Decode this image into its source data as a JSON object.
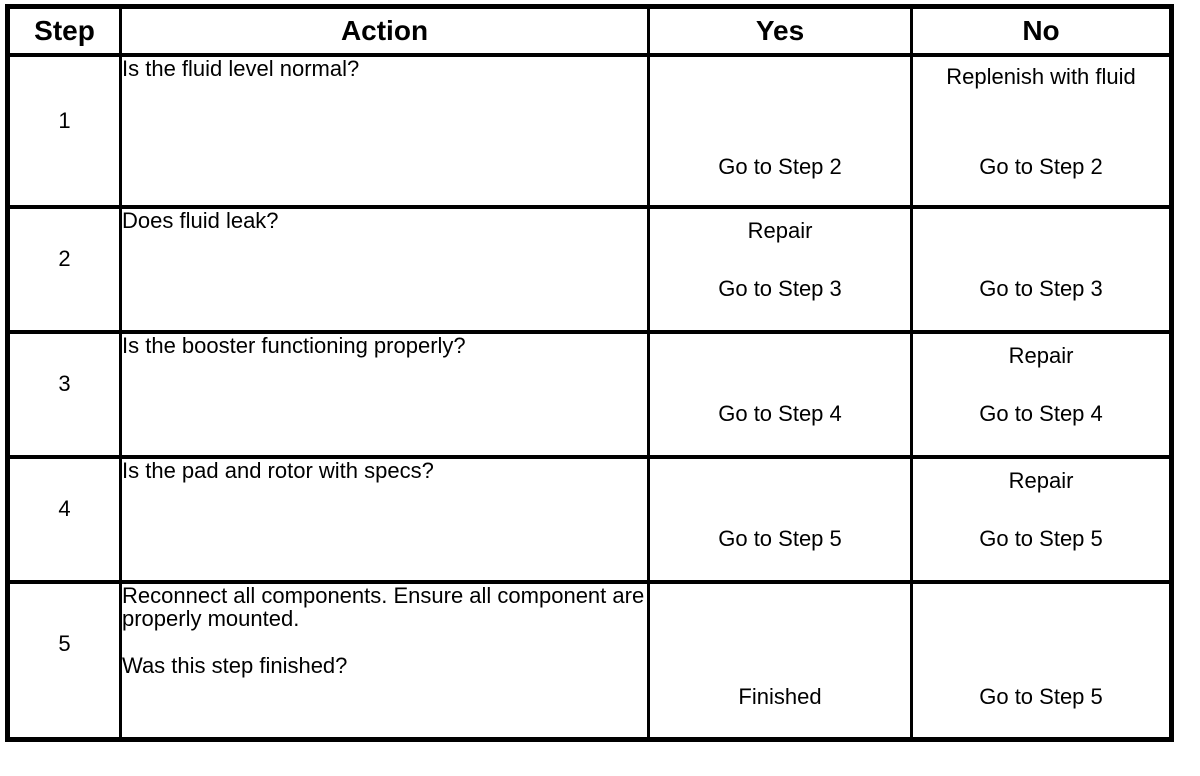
{
  "table": {
    "headers": {
      "step": "Step",
      "action": "Action",
      "yes": "Yes",
      "no": "No"
    },
    "rows": [
      {
        "step": "1",
        "action": [
          "Is the fluid level normal?"
        ],
        "yes": {
          "action": "",
          "goto": "Go to Step 2"
        },
        "no": {
          "action": "Replenish with fluid",
          "goto": "Go to Step 2"
        }
      },
      {
        "step": "2",
        "action": [
          "Does fluid leak?"
        ],
        "yes": {
          "action": "Repair",
          "goto": "Go to Step 3"
        },
        "no": {
          "action": "",
          "goto": "Go to Step 3"
        }
      },
      {
        "step": "3",
        "action": [
          "Is the booster functioning properly?"
        ],
        "yes": {
          "action": "",
          "goto": "Go to Step 4"
        },
        "no": {
          "action": "Repair",
          "goto": "Go to Step 4"
        }
      },
      {
        "step": "4",
        "action": [
          "Is the pad and rotor with specs?"
        ],
        "yes": {
          "action": "",
          "goto": "Go to Step 5"
        },
        "no": {
          "action": "Repair",
          "goto": "Go to Step 5"
        }
      },
      {
        "step": "5",
        "action": [
          "Reconnect all components. Ensure all component are properly mounted.",
          "Was this step finished?"
        ],
        "yes": {
          "action": "",
          "goto": "Finished"
        },
        "no": {
          "action": "",
          "goto": "Go to Step 5"
        }
      }
    ],
    "colors": {
      "border": "#000000",
      "background": "#ffffff",
      "text": "#000000"
    }
  }
}
